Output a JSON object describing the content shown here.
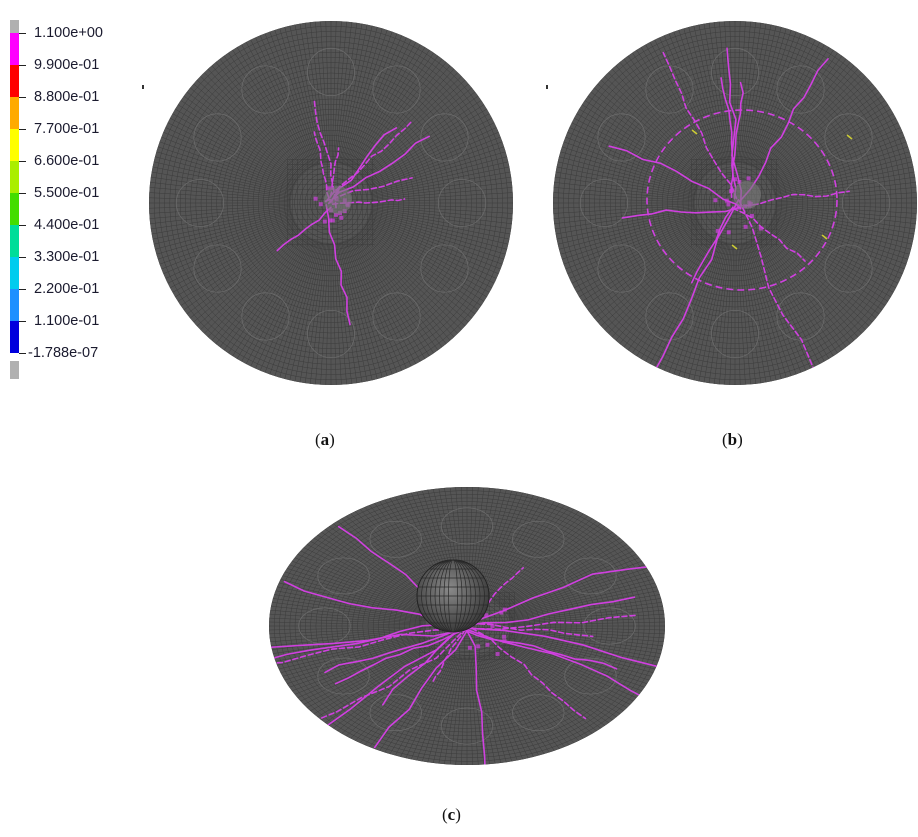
{
  "legend": {
    "labels": [
      "1.100e+00",
      "9.900e-01",
      "8.800e-01",
      "7.700e-01",
      "6.600e-01",
      "5.500e-01",
      "4.400e-01",
      "3.300e-01",
      "2.200e-01",
      "1.100e-01",
      "-1.788e-07"
    ],
    "colors": [
      "#b0b0b0",
      "#ff00ff",
      "#ff0000",
      "#ffaa00",
      "#ffff00",
      "#aaee00",
      "#44dd00",
      "#00dd99",
      "#00ccee",
      "#1e90ff",
      "#0000dd",
      "#b0b0b0"
    ]
  },
  "captions": {
    "a": {
      "open": "(",
      "letter": "a",
      "close": ")"
    },
    "b": {
      "open": "(",
      "letter": "b",
      "close": ")"
    },
    "c": {
      "open": "(",
      "letter": "c",
      "close": ")"
    }
  },
  "colors": {
    "mesh_fill": "#555555",
    "mesh_line": "#3c3c3c",
    "crack": "#d040e0",
    "crack_yellow": "#cccc33"
  }
}
